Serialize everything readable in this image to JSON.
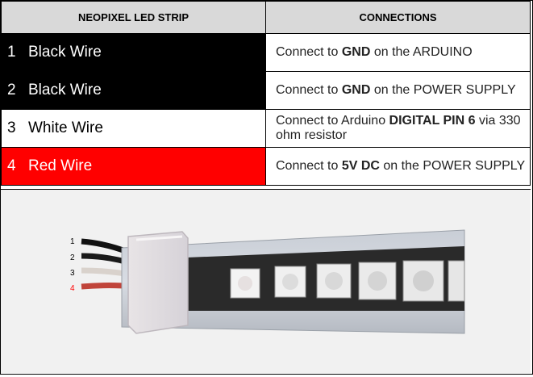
{
  "table": {
    "headers": [
      "NEOPIXEL LED STRIP",
      "CONNECTIONS"
    ],
    "rows": [
      {
        "num": "1",
        "wire": "Black Wire",
        "conn": [
          "Connect to ",
          "GND",
          " on the ARDUINO"
        ]
      },
      {
        "num": "2",
        "wire": "Black Wire",
        "conn": [
          "Connect to ",
          "GND",
          " on the POWER SUPPLY"
        ]
      },
      {
        "num": "3",
        "wire": "White Wire",
        "conn": [
          "Connect to Arduino ",
          "DIGITAL PIN 6",
          " via 330 ohm resistor"
        ]
      },
      {
        "num": "4",
        "wire": "Red Wire",
        "conn": [
          "Connect to ",
          "5V DC",
          " on the POWER SUPPLY"
        ]
      }
    ]
  },
  "photo": {
    "wire_labels": [
      "1",
      "2",
      "3",
      "4"
    ],
    "colors": {
      "black": "#000000",
      "red": "#ff0000",
      "header_gray": "#d9d9d9"
    }
  }
}
